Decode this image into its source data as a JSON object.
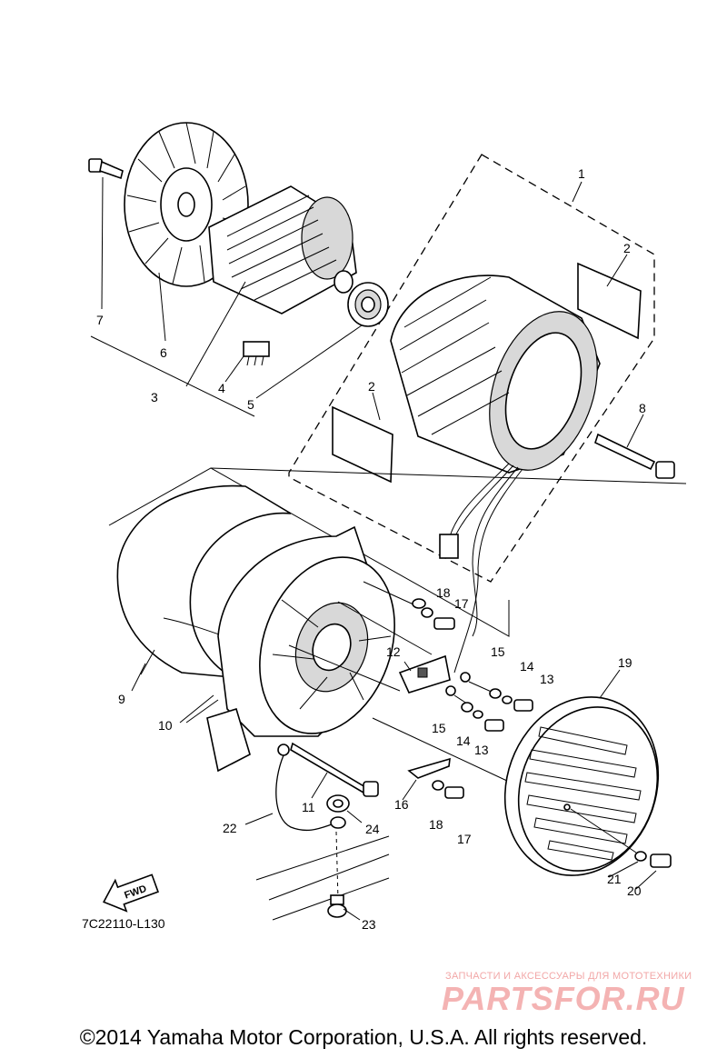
{
  "callouts": {
    "c1": "1",
    "c2a": "2",
    "c2b": "2",
    "c3": "3",
    "c4": "4",
    "c5": "5",
    "c6": "6",
    "c7": "7",
    "c8": "8",
    "c9": "9",
    "c10": "10",
    "c11": "11",
    "c12": "12",
    "c13a": "13",
    "c13b": "13",
    "c14a": "14",
    "c14b": "14",
    "c15a": "15",
    "c15b": "15",
    "c16": "16",
    "c17a": "17",
    "c17b": "17",
    "c18a": "18",
    "c18b": "18",
    "c19": "19",
    "c20": "20",
    "c21": "21",
    "c22": "22",
    "c23": "23",
    "c24": "24"
  },
  "fwd_label": "FWD",
  "diagram_code": "7C22110-L130",
  "watermark": {
    "tagline": "ЗАПЧАСТИ И АКСЕССУАРЫ ДЛЯ МОТОТЕХНИКИ",
    "logo": "PARTSFOR.RU"
  },
  "copyright": "©2014 Yamaha Motor Corporation, U.S.A. All rights reserved."
}
